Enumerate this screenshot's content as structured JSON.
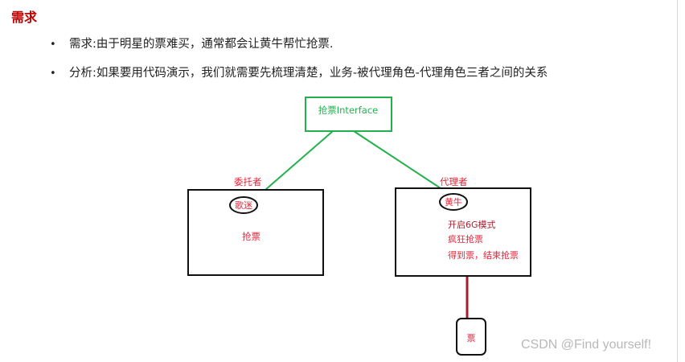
{
  "heading": "需求",
  "bullets": [
    "需求:由于明星的票难买，通常都会让黄牛帮忙抢票.",
    "分析:如果要用代码演示，我们就需要先梳理清楚，业务-被代理角色-代理角色三者之间的关系"
  ],
  "diagram": {
    "interface_label": "抢票Interface",
    "client_role_label": "委托者",
    "client_name": "歌迷",
    "client_action": "抢票",
    "proxy_role_label": "代理者",
    "proxy_name": "黄牛",
    "proxy_actions": [
      "开启6G模式",
      "疯狂抢票",
      "得到票，结束抢票"
    ],
    "ticket_label": "票",
    "colors": {
      "green": "#22b14c",
      "red": "#e8243a",
      "black": "#111111",
      "darkred": "#a51f2c"
    }
  },
  "watermark": "CSDN @Find yourself!"
}
